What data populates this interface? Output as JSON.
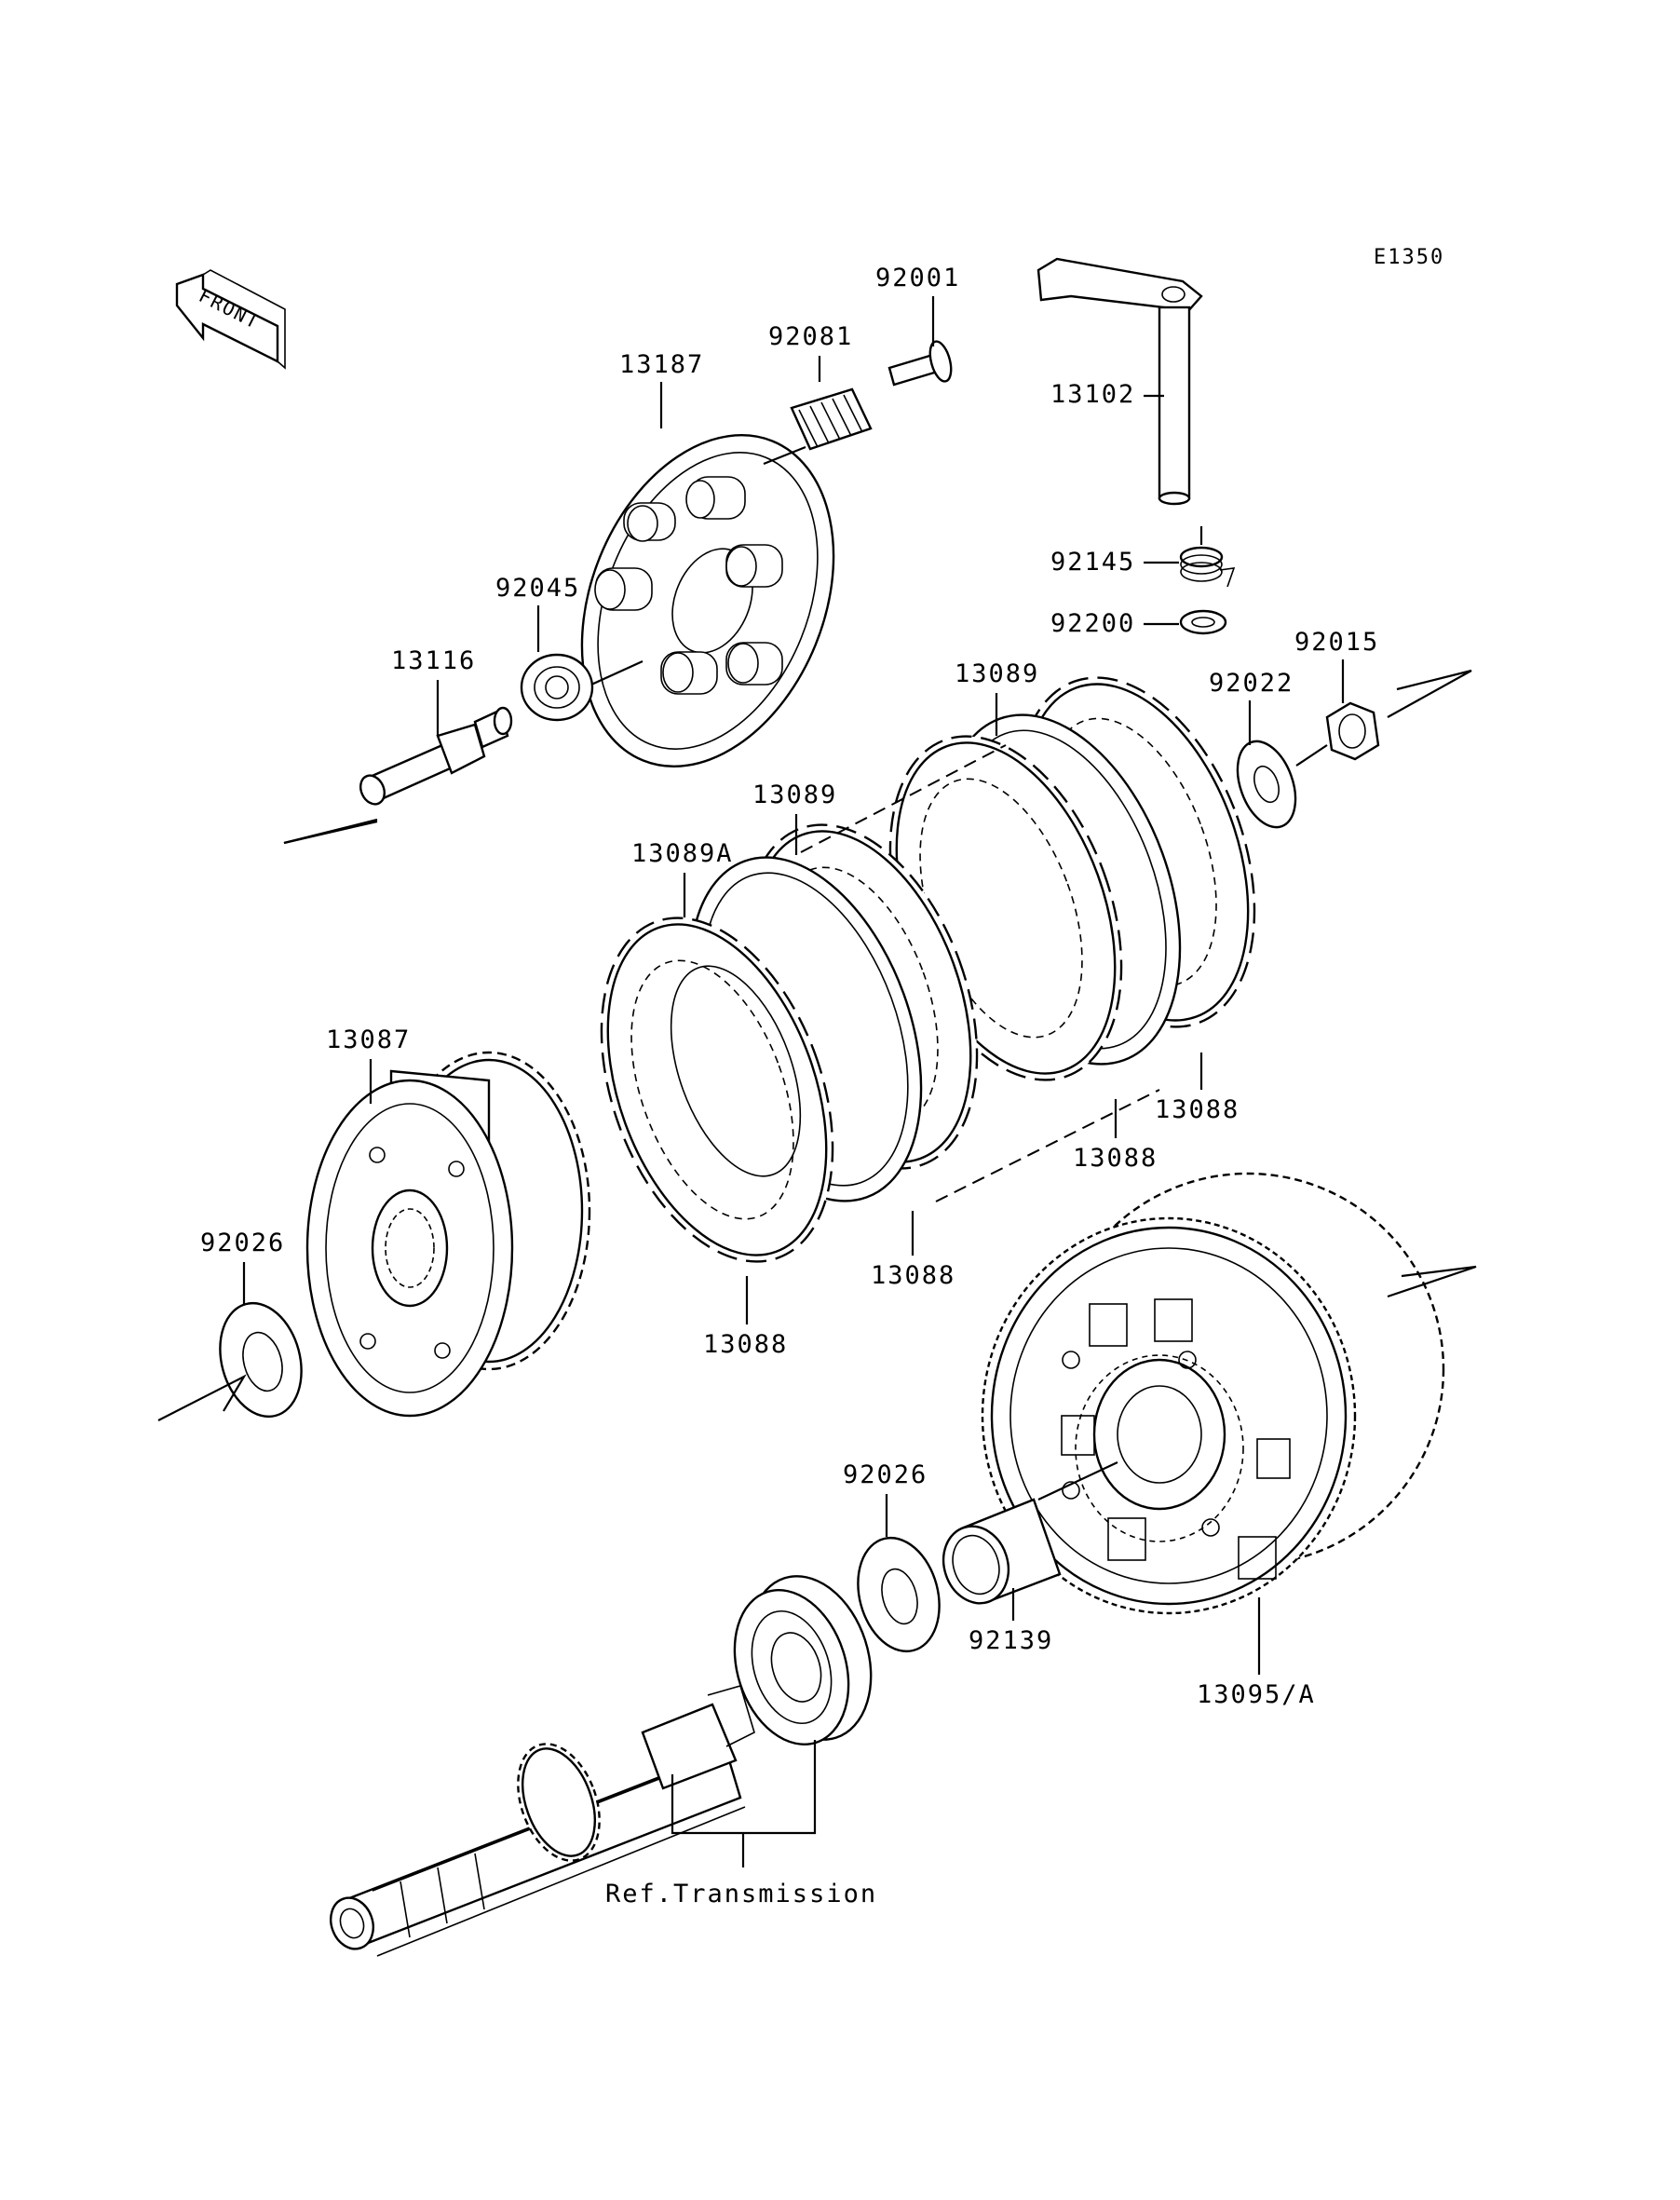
{
  "diagram_code": "E1350",
  "front_label": "FRONT",
  "ref_label": "Ref.Transmission",
  "parts": {
    "p13187": "13187",
    "p92081": "92081",
    "p92001": "92001",
    "p13102": "13102",
    "p92145": "92145",
    "p92200": "92200",
    "p92045": "92045",
    "p13116": "13116",
    "p92022": "92022",
    "p92015": "92015",
    "p13089_top": "13089",
    "p13089_mid": "13089",
    "p13089A": "13089A",
    "p13087": "13087",
    "p13088_a": "13088",
    "p13088_b": "13088",
    "p13088_c": "13088",
    "p13088_d": "13088",
    "p92026_left": "92026",
    "p92026_center": "92026",
    "p92139": "92139",
    "p13095A": "13095/A"
  }
}
